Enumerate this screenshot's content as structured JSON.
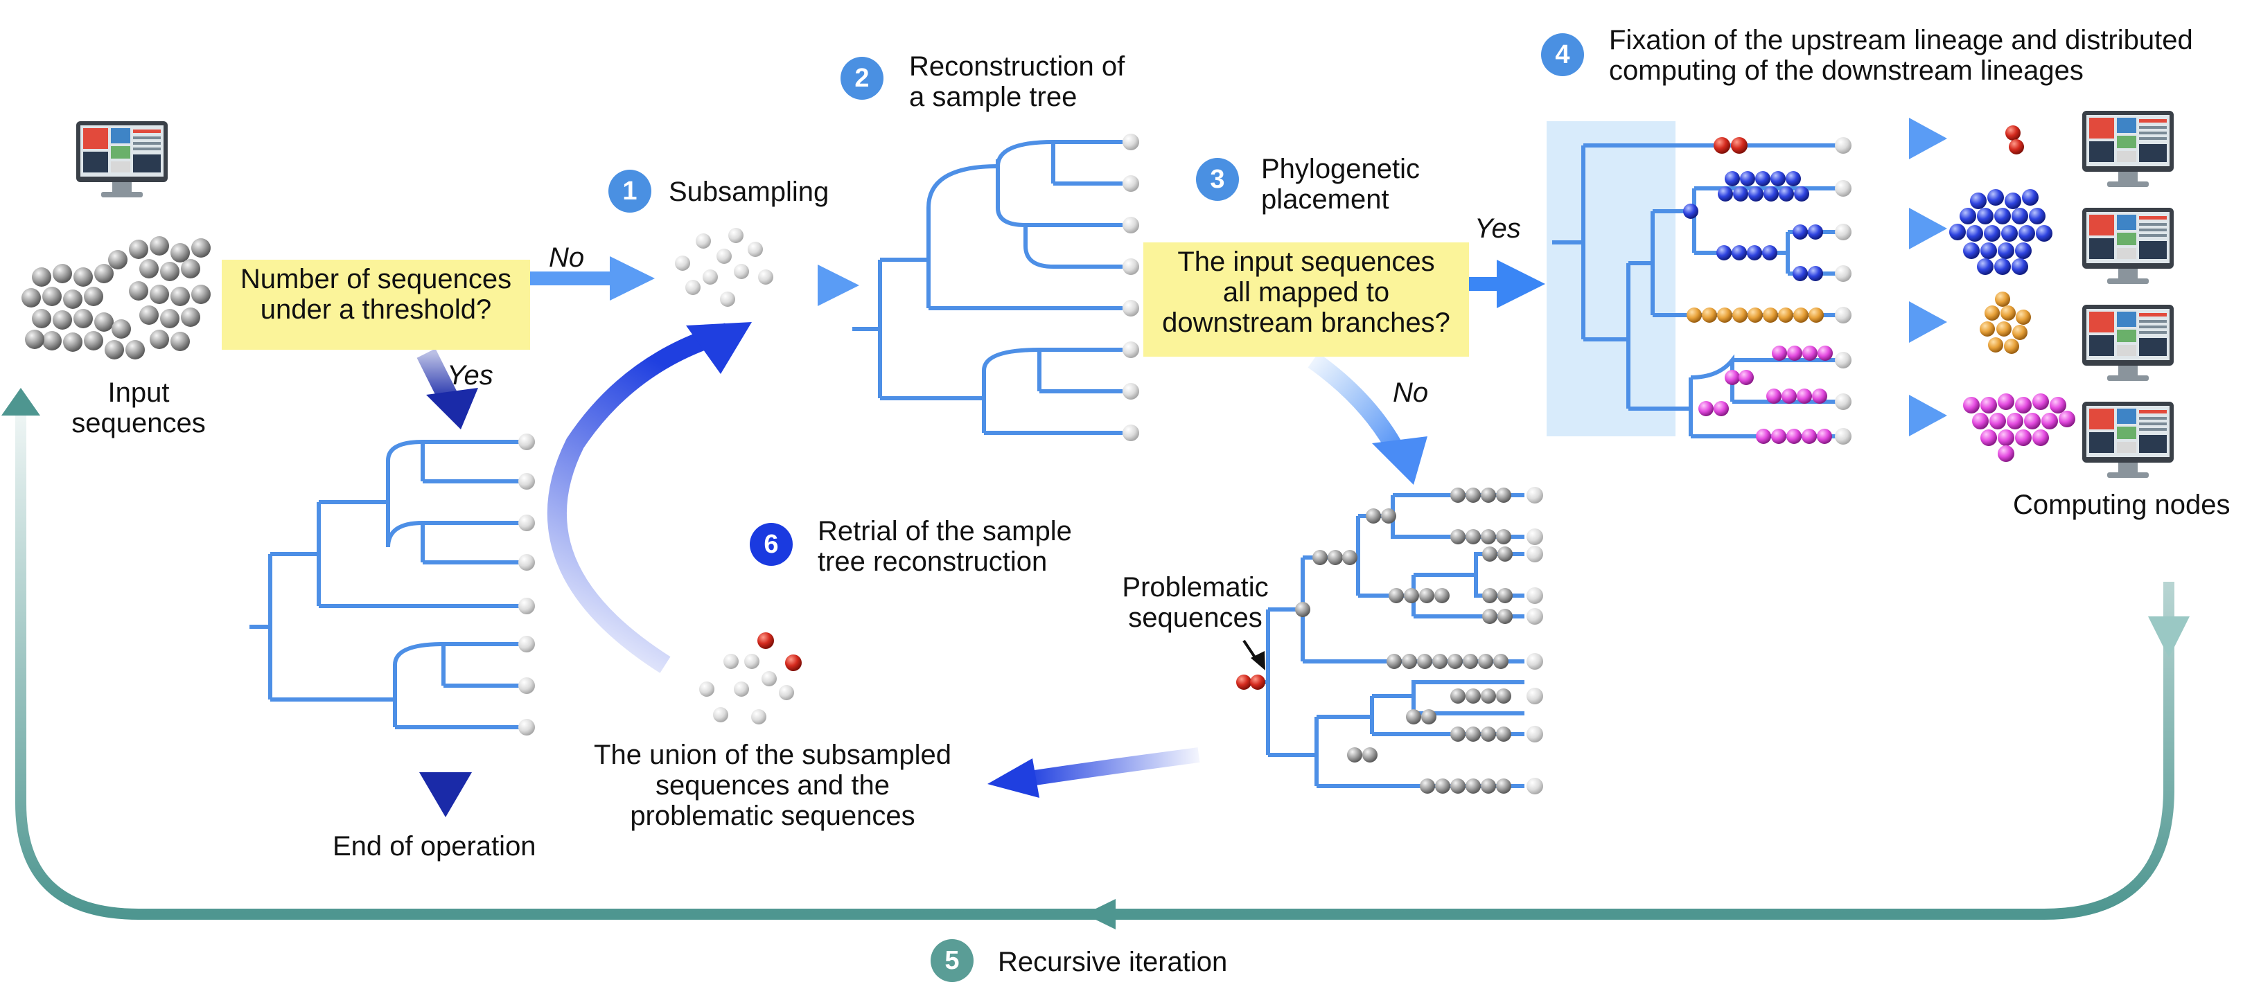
{
  "labels": {
    "input_sequences": "Input\nsequences",
    "threshold_question": "Number of sequences\nunder a threshold?",
    "no": "No",
    "yes": "Yes",
    "end_of_operation": "End of operation",
    "subsampling": "Subsampling",
    "reconstruction": "Reconstruction of\na sample tree",
    "phylogenetic_placement": "Phylogenetic\nplacement",
    "mapped_question": "The input sequences\nall mapped to\ndownstream branches?",
    "fixation": "Fixation of the upstream lineage and distributed\ncomputing of the downstream lineages",
    "computing_nodes": "Computing nodes",
    "retrial": "Retrial of the sample\ntree reconstruction",
    "problematic_sequences": "Problematic\nsequences",
    "union": "The union of the subsampled\nsequences and the\nproblematic sequences",
    "recursive_iteration": "Recursive iteration"
  },
  "steps": {
    "s1": "1",
    "s2": "2",
    "s3": "3",
    "s4": "4",
    "s5": "5",
    "s6": "6"
  },
  "colors": {
    "tree_blue": "#4d8fe6",
    "arrow_light_blue": "#5a9cf5",
    "arrow_dark_blue": "#1a2aa8",
    "arrow_deep_blue": "#1f3fe0",
    "teal": "#4e9690",
    "step_blue": "#4a90e2",
    "step_dark": "#1a3ae0",
    "step_teal": "#5a9d96",
    "question_box": "#fbf49a",
    "sphere_grey": "#9a9a9a",
    "sphere_red": "#d42a1e",
    "sphere_blue": "#2f44e0",
    "sphere_orange": "#e8a23a",
    "sphere_magenta": "#e44be0",
    "highlight_box": "#d8ebfb"
  },
  "icons": [
    "computer-monitor-icon"
  ]
}
